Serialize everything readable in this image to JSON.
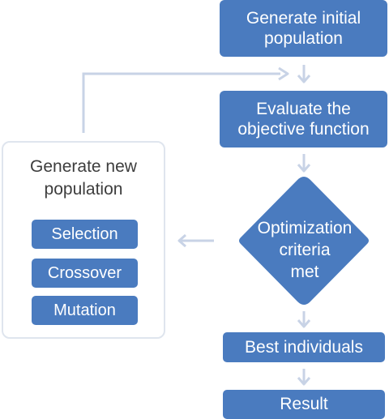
{
  "flowchart": {
    "generate_initial": "Generate initial\npopulation",
    "evaluate": "Evaluate the\nobjective function",
    "criteria": "Optimization\ncriteria\nmet",
    "best": "Best individuals",
    "result": "Result",
    "new_population": {
      "title": "Generate new\npopulation",
      "steps": [
        "Selection",
        "Crossover",
        "Mutation"
      ]
    }
  },
  "colors": {
    "box_fill": "#4a7bbf",
    "arrow": "#c8d3e6",
    "panel_border": "#dfe5ee",
    "text_dark": "#3d3d3d"
  }
}
